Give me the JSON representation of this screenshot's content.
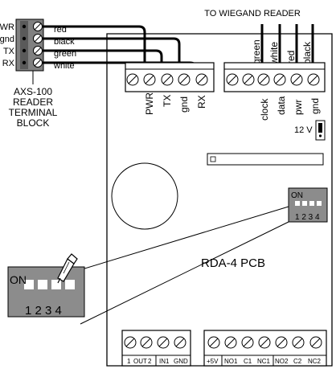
{
  "top_label": "TO WIEGAND READER",
  "axs_block": {
    "pin_labels": [
      "PWR",
      "gnd",
      "TX",
      "RX"
    ],
    "wire_labels": [
      "red",
      "black",
      "green",
      "white"
    ],
    "caption_lines": [
      "AXS-100",
      "READER",
      "TERMINAL",
      "BLOCK"
    ]
  },
  "pcb": {
    "title": "RDA-4 PCB",
    "reader_terminal_labels": [
      "PWR",
      "TX",
      "gnd",
      "RX"
    ],
    "wiegand_wire_labels": [
      "green",
      "white",
      "red",
      "black"
    ],
    "wiegand_terminal_labels": [
      "clock",
      "data",
      "pwr",
      "gnd"
    ],
    "jumper_label": "12 V",
    "bottom_terminal_labels_left": [
      "1",
      "OUT",
      "2",
      "IN1",
      "GND"
    ],
    "bottom_terminal_labels_right": [
      "+5V",
      "NO1",
      "C1",
      "NC1",
      "NO2",
      "C2",
      "NC2"
    ]
  },
  "dip_small": {
    "on_label": "ON",
    "numbers": "1 2 3 4"
  },
  "dip_zoom": {
    "on_label": "ON",
    "numbers": "1 2 3 4"
  }
}
